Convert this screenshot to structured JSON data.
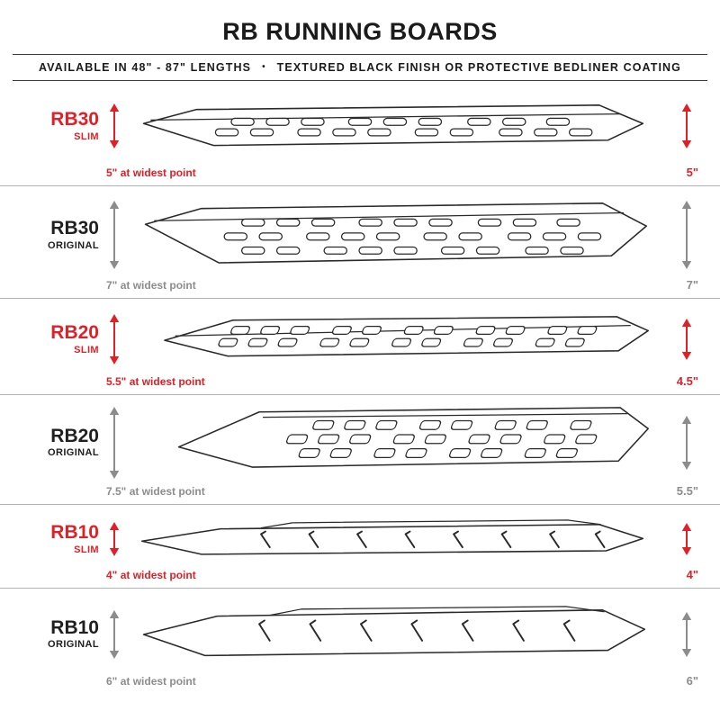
{
  "header": {
    "title": "RB RUNNING BOARDS",
    "subtitle_left": "AVAILABLE IN 48\" - 87\" LENGTHS",
    "bullet": "•",
    "subtitle_right": "TEXTURED BLACK FINISH OR PROTECTIVE BEDLINER COATING"
  },
  "colors": {
    "slim_accent": "#e01f26",
    "original_label": "#1f1f1f",
    "original_dim": "#8c8c8c",
    "line_art": "#2a2a2a"
  },
  "products": [
    {
      "model": "RB30",
      "variant": "SLIM",
      "finish": "slim",
      "widest": "5\" at widest point",
      "height": "5\""
    },
    {
      "model": "RB30",
      "variant": "ORIGINAL",
      "finish": "original",
      "widest": "7\" at widest point",
      "height": "7\""
    },
    {
      "model": "RB20",
      "variant": "SLIM",
      "finish": "slim",
      "widest": "5.5\" at widest point",
      "height": "4.5\""
    },
    {
      "model": "RB20",
      "variant": "ORIGINAL",
      "finish": "original",
      "widest": "7.5\" at widest point",
      "height": "5.5\""
    },
    {
      "model": "RB10",
      "variant": "SLIM",
      "finish": "slim",
      "widest": "4\" at widest point",
      "height": "4\""
    },
    {
      "model": "RB10",
      "variant": "ORIGINAL",
      "finish": "original",
      "widest": "6\" at widest point",
      "height": "6\""
    }
  ]
}
